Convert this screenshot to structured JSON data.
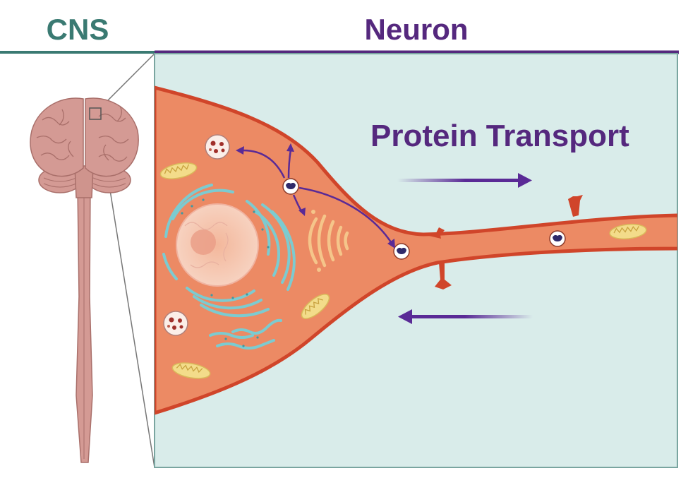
{
  "headers": {
    "cns": "CNS",
    "neuron": "Neuron"
  },
  "labels": {
    "protein_transport": "Protein Transport"
  },
  "colors": {
    "cns_teal": "#3a7a72",
    "neuron_purple": "#55287e",
    "panel_bg": "#d9ecea",
    "panel_border": "#7aa5a0",
    "neuron_body": "#ec8a64",
    "neuron_edge": "#d0452a",
    "arrow_purple": "#5a2a96",
    "brain": "#d49a94",
    "brain_dark": "#a96f6a",
    "golgi": "#f5c58a",
    "er": "#7ccbd0",
    "nucleus": "#f5c7b1",
    "mito": "#f3dc8a"
  },
  "icons": {
    "brain": "brain-icon",
    "spinal_cord": "spinal-cord-icon",
    "nucleus": "nucleus-icon",
    "er": "endoplasmic-reticulum-icon",
    "golgi": "golgi-icon",
    "mitochondria": "mitochondria-icon",
    "vesicle": "vesicle-icon",
    "lysosome": "lysosome-icon",
    "dendritic_spine": "dendritic-spine-icon"
  }
}
